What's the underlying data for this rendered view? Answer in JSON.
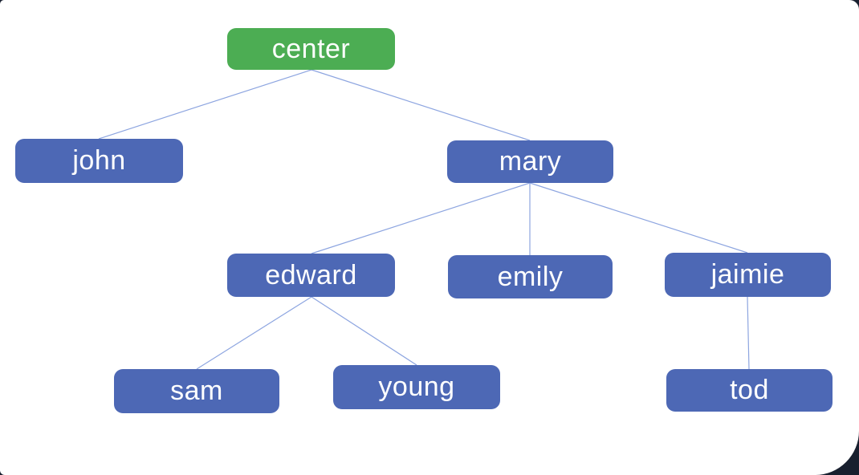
{
  "diagram": {
    "type": "tree",
    "colors": {
      "backdrop": "#18202f",
      "canvas": "#ffffff",
      "root_node_fill": "#4cad53",
      "node_fill": "#4d68b5",
      "edge_line": "#8da5e0",
      "node_text": "#ffffff"
    },
    "nodes": [
      {
        "id": "center",
        "label": "center",
        "role": "root",
        "level": 0
      },
      {
        "id": "john",
        "label": "john",
        "role": "child",
        "level": 1
      },
      {
        "id": "mary",
        "label": "mary",
        "role": "child",
        "level": 1
      },
      {
        "id": "edward",
        "label": "edward",
        "role": "child",
        "level": 2
      },
      {
        "id": "emily",
        "label": "emily",
        "role": "child",
        "level": 2
      },
      {
        "id": "jaimie",
        "label": "jaimie",
        "role": "child",
        "level": 2
      },
      {
        "id": "sam",
        "label": "sam",
        "role": "child",
        "level": 3
      },
      {
        "id": "young",
        "label": "young",
        "role": "child",
        "level": 3
      },
      {
        "id": "tod",
        "label": "tod",
        "role": "child",
        "level": 3
      }
    ],
    "edges": [
      {
        "from": "center",
        "to": "john"
      },
      {
        "from": "center",
        "to": "mary"
      },
      {
        "from": "mary",
        "to": "edward"
      },
      {
        "from": "mary",
        "to": "emily"
      },
      {
        "from": "mary",
        "to": "jaimie"
      },
      {
        "from": "edward",
        "to": "sam"
      },
      {
        "from": "edward",
        "to": "young"
      },
      {
        "from": "jaimie",
        "to": "tod"
      }
    ]
  }
}
